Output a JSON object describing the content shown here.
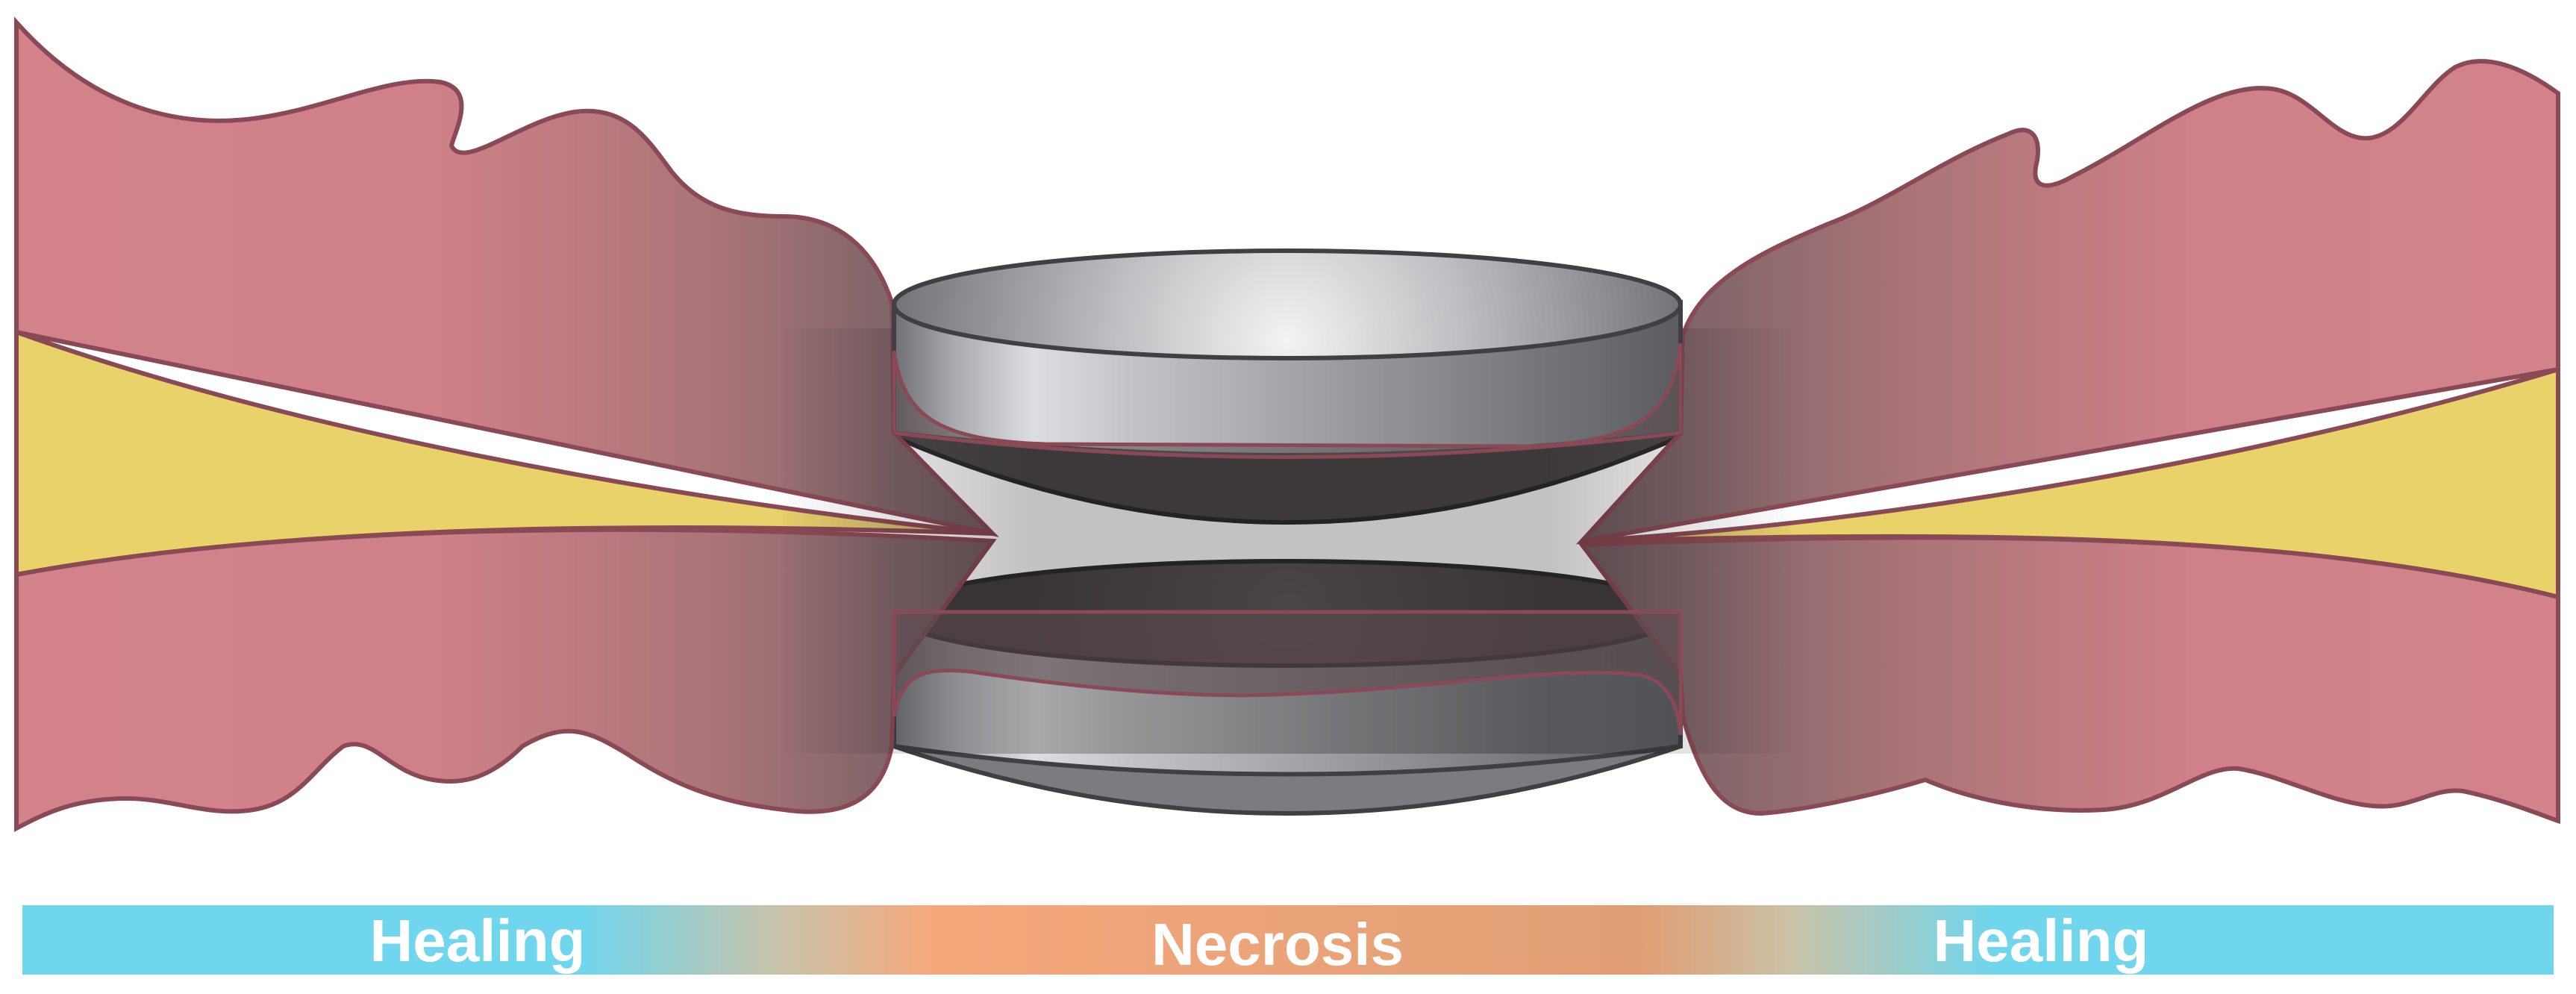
{
  "legend_bar": {
    "left_label": "Healing",
    "center_label": "Necrosis",
    "right_label": "Healing",
    "colors": {
      "healing": "#6fd6ee",
      "necrosis": "#f6a87c"
    }
  },
  "colors": {
    "tissue": "#d4838b",
    "tissue_dark": "#8a6e73",
    "tissue_outline": "#8a4a55",
    "fat_layer": "#e9d26a",
    "magnet_light": "#d7d9dc",
    "magnet_dark": "#5a5c60"
  },
  "shapes": {
    "upper_tissue": "tissue-icon",
    "lower_tissue": "tissue-icon",
    "upper_magnet": "magnet-disc-icon",
    "lower_magnet": "magnet-disc-icon"
  }
}
